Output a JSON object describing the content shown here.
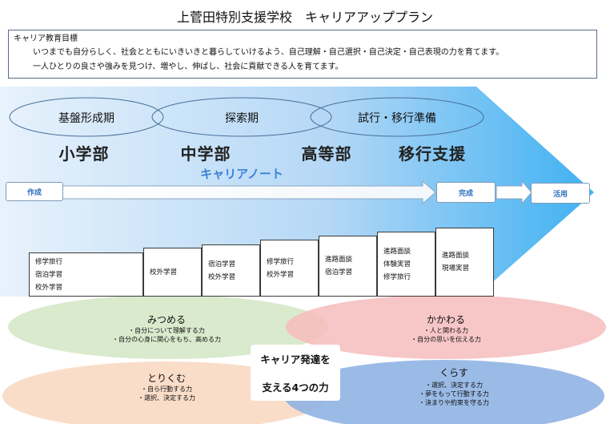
{
  "title": "上菅田特別支援学校　キャリアアッププラン",
  "goals": {
    "heading": "キャリア教育目標",
    "lines": [
      "いつまでも自分らしく、社会とともにいきいきと暮らしていけるよう、自己理解・自己選択・自己決定・自己表現の力を育てます。",
      "一人ひとりの良さや強みを見つけ、増やし、伸ばし、社会に貢献できる人を育てます。"
    ]
  },
  "stages": [
    "基盤形成期",
    "探索期",
    "試行・移行準備"
  ],
  "departments": [
    "小学部",
    "中学部",
    "高等部",
    "移行支援"
  ],
  "career_note": "キャリアノート",
  "flow": {
    "start": "作成",
    "complete": "完成",
    "use": "活用"
  },
  "steps": [
    [
      "修学旅行",
      "宿泊学習",
      "校外学習"
    ],
    [
      "校外学習"
    ],
    [
      "宿泊学習",
      "校外学習"
    ],
    [
      "修学旅行",
      "校外学習"
    ],
    [
      "進路面談",
      "宿泊学習"
    ],
    [
      "進路面談",
      "体験実習",
      "修学旅行"
    ],
    [
      "進路面談",
      "現場実習"
    ]
  ],
  "powers": {
    "mitsumeru": {
      "title": "みつめる",
      "items": [
        "・自分について理解する力",
        "・自分の心身に関心をもち、高める力"
      ],
      "color": "#d5e8c8"
    },
    "kakawaru": {
      "title": "かかわる",
      "items": [
        "・人と関わる力",
        "・自分の思いを伝える力"
      ],
      "color": "#f6bcbc"
    },
    "torikumu": {
      "title": "とりくむ",
      "items": [
        "・自ら行動する力",
        "・選択、決定する力"
      ],
      "color": "#f9d7c0"
    },
    "kurasu": {
      "title": "くらす",
      "items": [
        "・選択、決定する力",
        "・夢をもって行動する力",
        "・決まりや約束を守る力"
      ],
      "color": "#8fb4e3"
    }
  },
  "center": {
    "line1": "キャリア発達を",
    "line2": "支える4つの力"
  }
}
